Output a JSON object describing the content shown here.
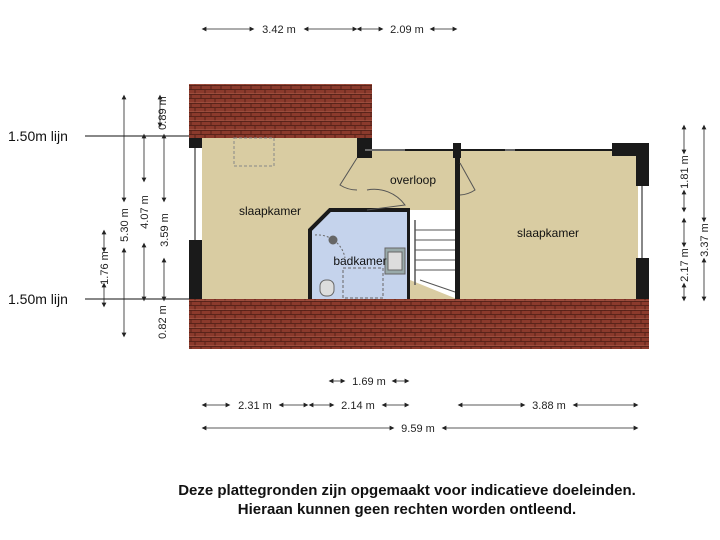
{
  "rooms": {
    "bedroom_left": "slaapkamer",
    "bedroom_right": "slaapkamer",
    "landing": "overloop",
    "bathroom": "badkamer"
  },
  "lines": {
    "top": "1.50m lijn",
    "bottom": "1.50m lijn"
  },
  "dimensions": {
    "top_left": "3.42 m",
    "top_right": "2.09 m",
    "left_total": "5.30 m",
    "left_inner": "4.07 m",
    "left_top_eave": "0.89 m",
    "left_room": "3.59 m",
    "left_bottom_eave": "0.82 m",
    "left_small": "1.76 m",
    "right_top": "1.81 m",
    "right_bottom": "2.17 m",
    "right_total": "3.37 m",
    "bottom_bath": "1.69 m",
    "bottom_left": "2.31 m",
    "bottom_mid": "2.14 m",
    "bottom_right": "3.88 m",
    "bottom_total": "9.59 m"
  },
  "disclaimer": {
    "line1": "Deze plattegronden zijn opgemaakt voor indicatieve doeleinden.",
    "line2": "Hieraan kunnen geen rechten worden ontleend."
  },
  "colors": {
    "room_fill": "#d9cca2",
    "bathroom_fill": "#c5d3ec",
    "roof": "#8b3a2c",
    "wall": "#1a1a1a"
  }
}
